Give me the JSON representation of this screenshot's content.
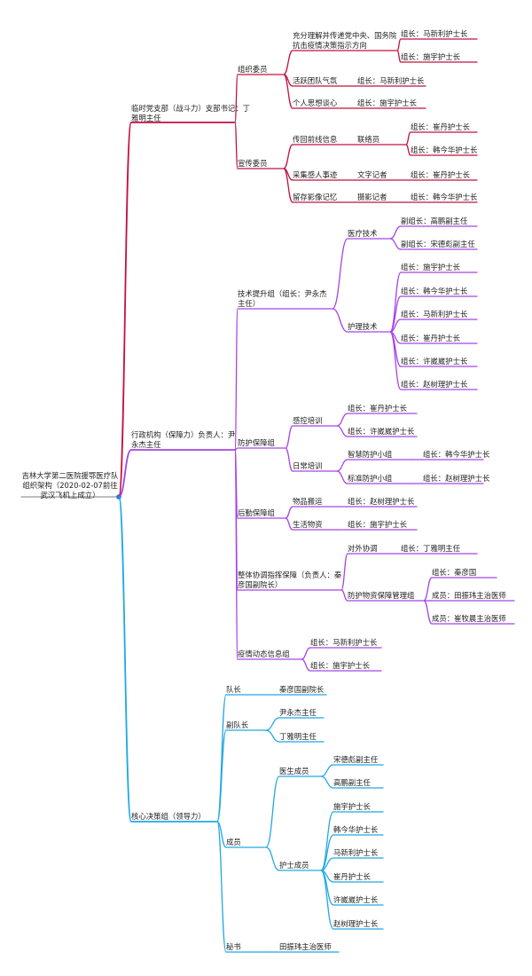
{
  "colors": {
    "red": "#c2123f",
    "purple": "#a644e6",
    "blue": "#21a8e6",
    "root": "#999999",
    "dot": "#1877e6"
  },
  "root": {
    "title": "吉林大学第二医院援鄂医疗队组织架构（2020-02-07前往武汉飞机上成立）"
  },
  "branch1": {
    "label": "临时党支部（战斗力）支部书记：丁雅明主任",
    "org": {
      "label": "组织委员",
      "item1": {
        "label": "充分理解并传递党中央、国务院抗击疫情决策指示方向",
        "leaders": [
          "组长：马新利护士长",
          "组长：施宇护士长"
        ]
      },
      "item2": {
        "label": "活跃团队气氛",
        "leader": "组长：马新利护士长"
      },
      "item3": {
        "label": "个人思想谈心",
        "leader": "组长：施宇护士长"
      }
    },
    "prop": {
      "label": "宣传委员",
      "item1": {
        "label": "传回前线信息",
        "role": "联络员",
        "leaders": [
          "组长：崔丹护士长",
          "组长：韩今华护士长"
        ]
      },
      "item2": {
        "label": "采集感人事迹",
        "role": "文字记者",
        "leader": "组长：崔丹护士长"
      },
      "item3": {
        "label": "留存影像记忆",
        "role": "摄影记者",
        "leader": "组长：韩今华护士长"
      }
    }
  },
  "branch2": {
    "label": "行政机构（保障力）负责人：尹永杰主任",
    "tech": {
      "label": "技术提升组（组长：尹永杰主任）",
      "medical": {
        "label": "医疗技术",
        "leaders": [
          "副组长：高鹏副主任",
          "副组长：宋德彪副主任"
        ]
      },
      "nursing": {
        "label": "护理技术",
        "leaders": [
          "组长：施宇护士长",
          "组长：韩今华护士长",
          "组长：马新利护士长",
          "组长：崔丹护士长",
          "组长：许崴崴护士长",
          "组长：赵树理护士长"
        ]
      }
    },
    "protect": {
      "label": "防护保障组",
      "infection": {
        "label": "感控培训",
        "leaders": [
          "组长：崔丹护士长",
          "组长：许崴崴护士长"
        ]
      },
      "daily": {
        "label": "日常培训",
        "smart": {
          "label": "智慧防护小组",
          "leader": "组长：韩今华护士长"
        },
        "standard": {
          "label": "标准防护小组",
          "leader": "组长：赵树理护士长"
        }
      }
    },
    "logistics": {
      "label": "后勤保障组",
      "transport": {
        "label": "物品搬运",
        "leader": "组长：赵树理护士长"
      },
      "supplies": {
        "label": "生活物资",
        "leader": "组长：施宇护士长"
      }
    },
    "coord": {
      "label": "整体协调指挥保障（负责人：秦彦国副院长）",
      "external": {
        "label": "对外协调",
        "leader": "组长：丁雅明主任"
      },
      "materials": {
        "label": "防护物资保障管理组",
        "members": [
          "组长：秦彦国",
          "成员：田振玮主治医师",
          "成员：崔牧晨主治医师"
        ]
      }
    },
    "epi": {
      "label": "疫情动态信息组",
      "leaders": [
        "组长：马新利护士长",
        "组长：施宇护士长"
      ]
    }
  },
  "branch3": {
    "label": "核心决策组（领导力）",
    "captain": {
      "label": "队长",
      "name": "秦彦国副院长"
    },
    "vice": {
      "label": "副队长",
      "names": [
        "尹永杰主任",
        "丁雅明主任"
      ]
    },
    "members": {
      "label": "成员",
      "doctors": {
        "label": "医生成员",
        "names": [
          "宋德彪副主任",
          "高鹏副主任"
        ]
      },
      "nurses": {
        "label": "护士成员",
        "names": [
          "施宇护士长",
          "韩今华护士长",
          "马新利护士长",
          "崔丹护士长",
          "许崴崴护士长",
          "赵树理护士长"
        ]
      }
    },
    "secretary": {
      "label": "秘书",
      "name": "田振玮主治医师"
    }
  }
}
